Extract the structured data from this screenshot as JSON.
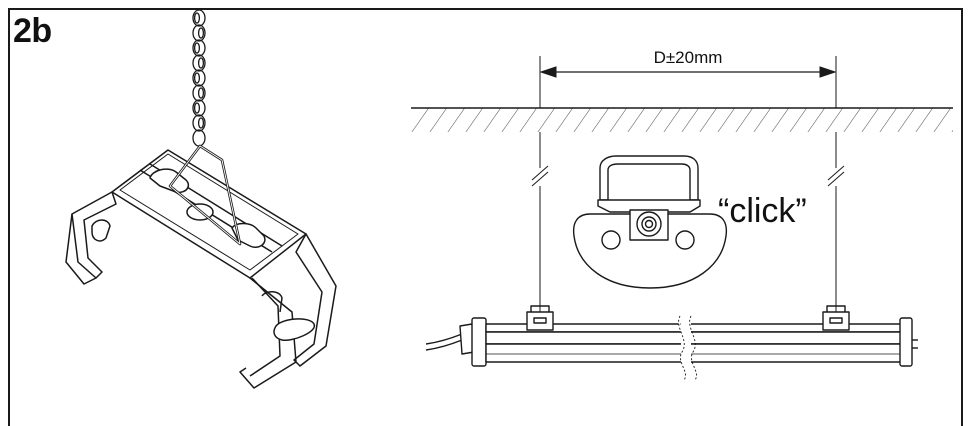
{
  "figure": {
    "step_label": "2b",
    "dimension_label": "D±20mm",
    "sound_label": "“click”"
  },
  "icons": {
    "chain": "hanging-chain-icon",
    "bracket": "mounting-bracket-icon",
    "clip": "clip-detail-icon",
    "luminaire": "linear-luminaire-icon",
    "ceiling": "ceiling-hatch-icon"
  },
  "colors": {
    "line": "#1a1a1a",
    "background": "#ffffff"
  }
}
